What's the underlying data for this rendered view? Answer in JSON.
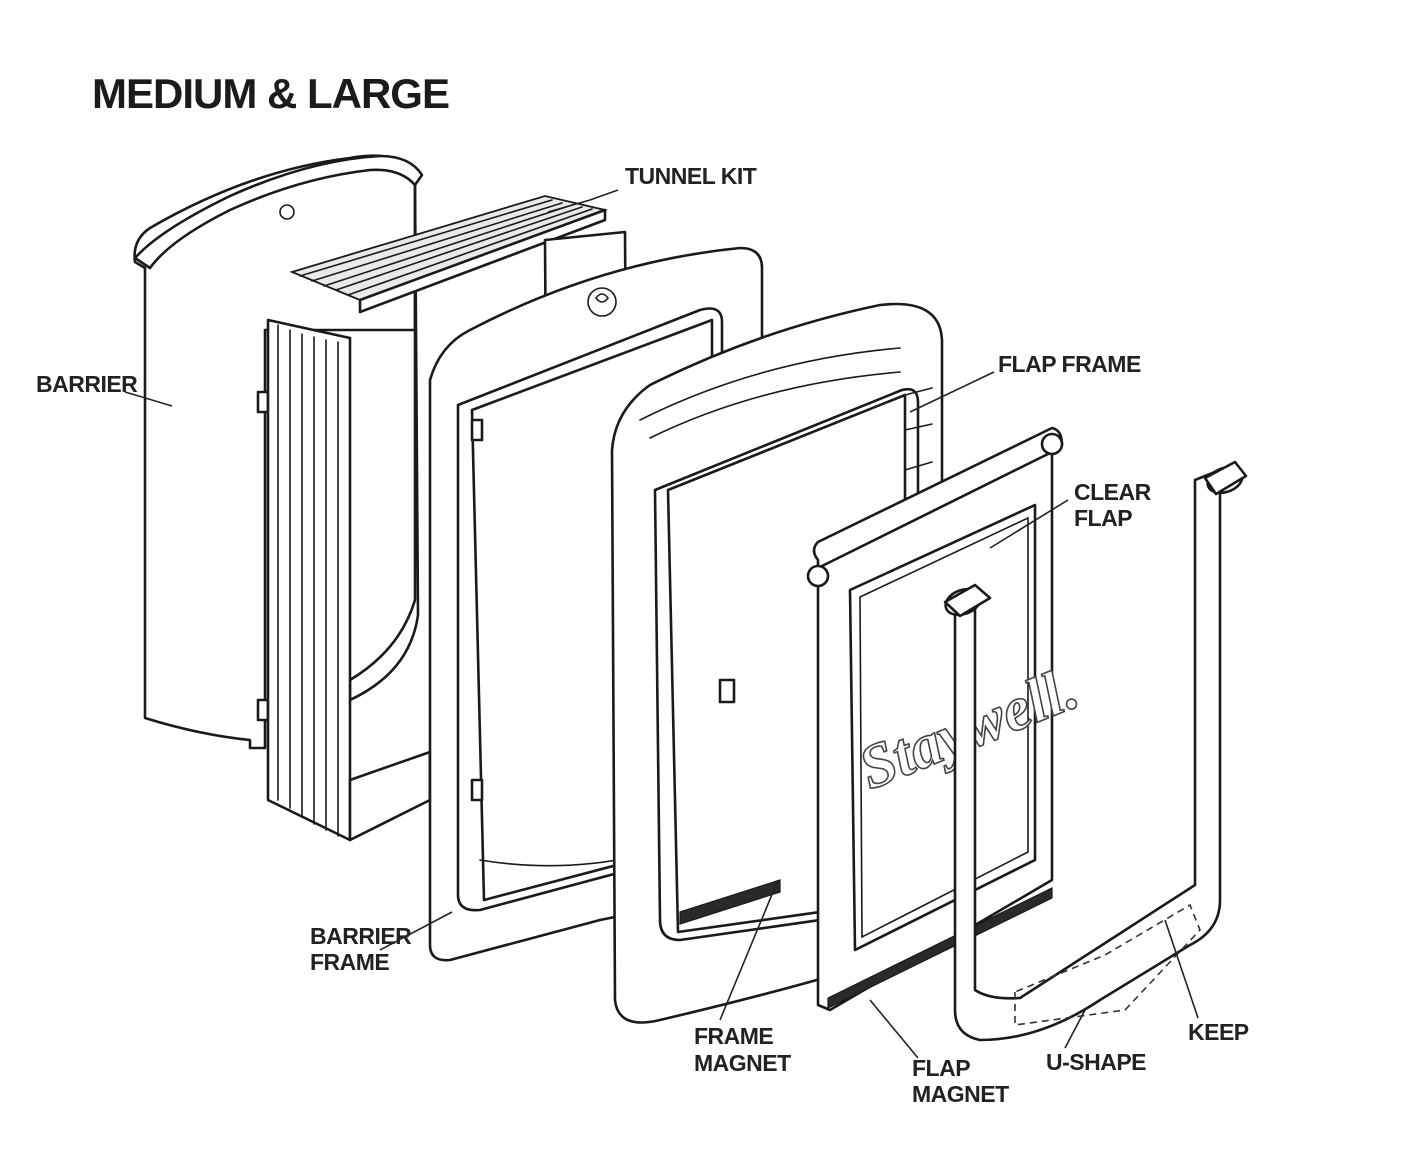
{
  "title": "MEDIUM & LARGE",
  "labels": {
    "tunnel_kit": "TUNNEL KIT",
    "barrier": "BARRIER",
    "flap_frame": "FLAP FRAME",
    "clear_flap_1": "CLEAR",
    "clear_flap_2": "FLAP",
    "barrier_frame_1": "BARRIER",
    "barrier_frame_2": "FRAME",
    "frame_magnet_1": "FRAME",
    "frame_magnet_2": "MAGNET",
    "flap_magnet_1": "FLAP",
    "flap_magnet_2": "MAGNET",
    "u_shape": "U-SHAPE",
    "keep": "KEEP"
  },
  "brand_logo": "Staywell."
}
